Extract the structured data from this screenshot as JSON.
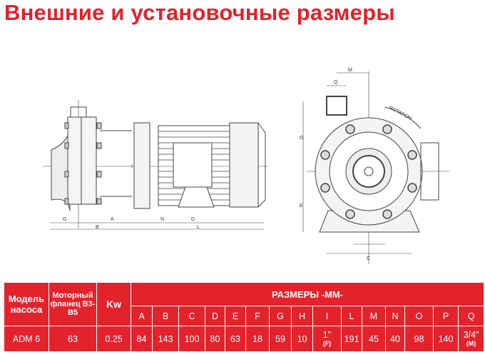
{
  "title": "Внешние и установочные размеры",
  "drawing_labels": {
    "A": "A",
    "B": "B",
    "C": "C",
    "D": "D",
    "E": "E",
    "G": "G",
    "I": "I",
    "L": "L",
    "M": "M",
    "N": "N",
    "O": "O",
    "Q": "Q",
    "rotation": "ROTATION"
  },
  "table": {
    "headers": {
      "model": "Модель насоса",
      "flange": "Моторный фланец B3-B5",
      "kw": "Kw",
      "dims": "РАЗМЕРЫ -MM-"
    },
    "dim_columns": [
      "A",
      "B",
      "C",
      "D",
      "E",
      "F",
      "G",
      "H",
      "I",
      "L",
      "M",
      "N",
      "O",
      "P",
      "Q"
    ],
    "rows": [
      {
        "model": "ADM 6",
        "flange": "63",
        "kw": "0.25",
        "values": [
          "84",
          "143",
          "100",
          "80",
          "63",
          "18",
          "59",
          "10",
          "1\"",
          "191",
          "45",
          "40",
          "98",
          "140",
          "3/4\""
        ],
        "notes": {
          "I": "(F)",
          "Q": "(M)"
        }
      }
    ]
  }
}
